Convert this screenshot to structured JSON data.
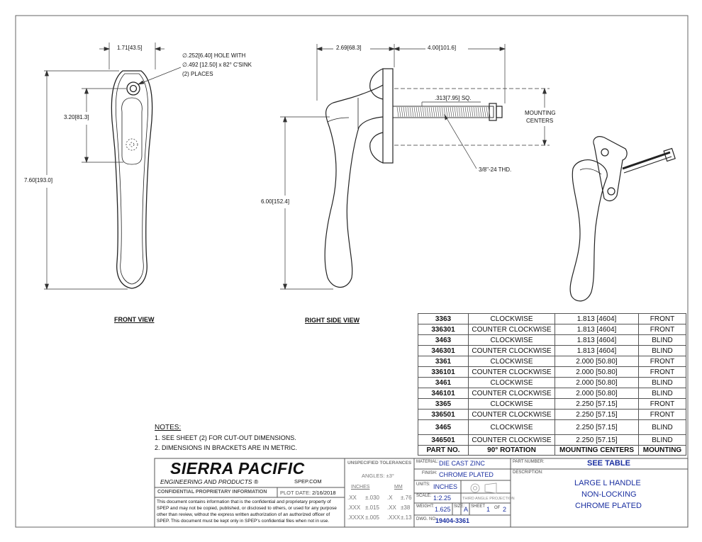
{
  "front_view": {
    "label": "FRONT VIEW",
    "dim_top": "1.71",
    "dim_top_mm": "43.5",
    "dim_hole_center": "3.20",
    "dim_hole_center_mm": "81.3",
    "dim_height": "7.60",
    "dim_height_mm": "193.0",
    "hole_note_line1": "∅.252",
    "hole_note_line1_mm": "6.40",
    "hole_note_line1_suffix": "HOLE WITH",
    "hole_note_line2": "∅.492 [12.50] x 82° C'SINK",
    "hole_note_line3": "(2) PLACES"
  },
  "side_view": {
    "label": "RIGHT SIDE VIEW",
    "dim_depth": "2.69",
    "dim_depth_mm": "68.3",
    "dim_bolt": "4.00",
    "dim_bolt_mm": "101.6",
    "dim_square": ".313",
    "dim_square_mm": "7.95",
    "dim_square_suffix": "SQ.",
    "dim_handle": "6.00",
    "dim_handle_mm": "152.4",
    "mounting_line1": "MOUNTING",
    "mounting_line2": "CENTERS",
    "thread": "3/8\"-24 THD."
  },
  "notes": {
    "title": "NOTES:",
    "items": [
      "1.  SEE SHEET (2) FOR CUT-OUT DIMENSIONS.",
      "2.  DIMENSIONS IN BRACKETS ARE IN METRIC."
    ]
  },
  "part_table": {
    "headers": [
      "PART NO.",
      "90° ROTATION",
      "MOUNTING CENTERS",
      "MOUNTING"
    ],
    "rows": [
      [
        "3363",
        "CLOCKWISE",
        "1.813 [4604]",
        "FRONT"
      ],
      [
        "336301",
        "COUNTER CLOCKWISE",
        "1.813 [4604]",
        "FRONT"
      ],
      [
        "3463",
        "CLOCKWISE",
        "1.813 [4604]",
        "BLIND"
      ],
      [
        "346301",
        "COUNTER CLOCKWISE",
        "1.813 [4604]",
        "BLIND"
      ],
      [
        "3361",
        "CLOCKWISE",
        "2.000 [50.80]",
        "FRONT"
      ],
      [
        "336101",
        "COUNTER CLOCKWISE",
        "2.000 [50.80]",
        "FRONT"
      ],
      [
        "3461",
        "CLOCKWISE",
        "2.000 [50.80]",
        "BLIND"
      ],
      [
        "346101",
        "COUNTER CLOCKWISE",
        "2.000 [50.80]",
        "BLIND"
      ],
      [
        "3365",
        "CLOCKWISE",
        "2.250 [57.15]",
        "FRONT"
      ],
      [
        "336501",
        "COUNTER CLOCKWISE",
        "2.250 [57.15]",
        "FRONT"
      ],
      [
        "3465",
        "CLOCKWISE",
        "2.250 [57.15]",
        "BLIND"
      ],
      [
        "346501",
        "COUNTER CLOCKWISE",
        "2.250 [57.15]",
        "BLIND"
      ]
    ]
  },
  "title_block": {
    "company": "SIERRA PACIFIC",
    "company_sub": "ENGINEERING AND PRODUCTS ®",
    "website": "SPEP.COM",
    "confidential": "CONFIDENTIAL PROPRIETARY INFORMATION",
    "plot_label": "PLOT DATE:",
    "plot_date": "2/16/2018",
    "disclaimer": [
      "This document contains information that is the confidential and proprietary property of",
      "SPEP and may not be copied, published, or disclosed to others, or used for any purpose",
      "other than review, without the express written authorization of an authorized officer of",
      "SPEP. This document must be kept only in SPEP's confidential files when not in use."
    ],
    "tol_title": "UNSPECIFIED TOLERANCES",
    "angles": "ANGLES: ±3°",
    "inches_hdr": "INCHES",
    "mm_hdr": "MM",
    "tol_rows": [
      [
        ".XX",
        "±.030",
        ".X",
        "±.76"
      ],
      [
        ".XXX",
        "±.015",
        ".XX",
        "±38"
      ],
      [
        ".XXXX",
        "±.005",
        ".XXX",
        "±.13"
      ]
    ],
    "material_label": "MATERIAL:",
    "material": "DIE CAST ZINC",
    "finish_label": "FINISH:",
    "finish": "CHROME PLATED",
    "units_label": "UNITS:",
    "units": "INCHES",
    "scale_label": "SCALE:",
    "scale": "1:2.25",
    "projection": "THIRD ANGLE PROJECTION",
    "weight_label": "WEIGHT:",
    "weight": "1.625",
    "size_label": "SIZE:",
    "size": "A",
    "sheet_label": "SHEET",
    "sheet": "1",
    "of_label": "OF",
    "sheet_total": "2",
    "dwg_label": "DWG. NO:",
    "dwg_no": "19404-3361",
    "part_number_label": "PART NUMBER:",
    "part_number": "SEE TABLE",
    "description_label": "DESCRIPTION:",
    "description": [
      "LARGE L HANDLE",
      "NON-LOCKING",
      "CHROME PLATED"
    ]
  }
}
